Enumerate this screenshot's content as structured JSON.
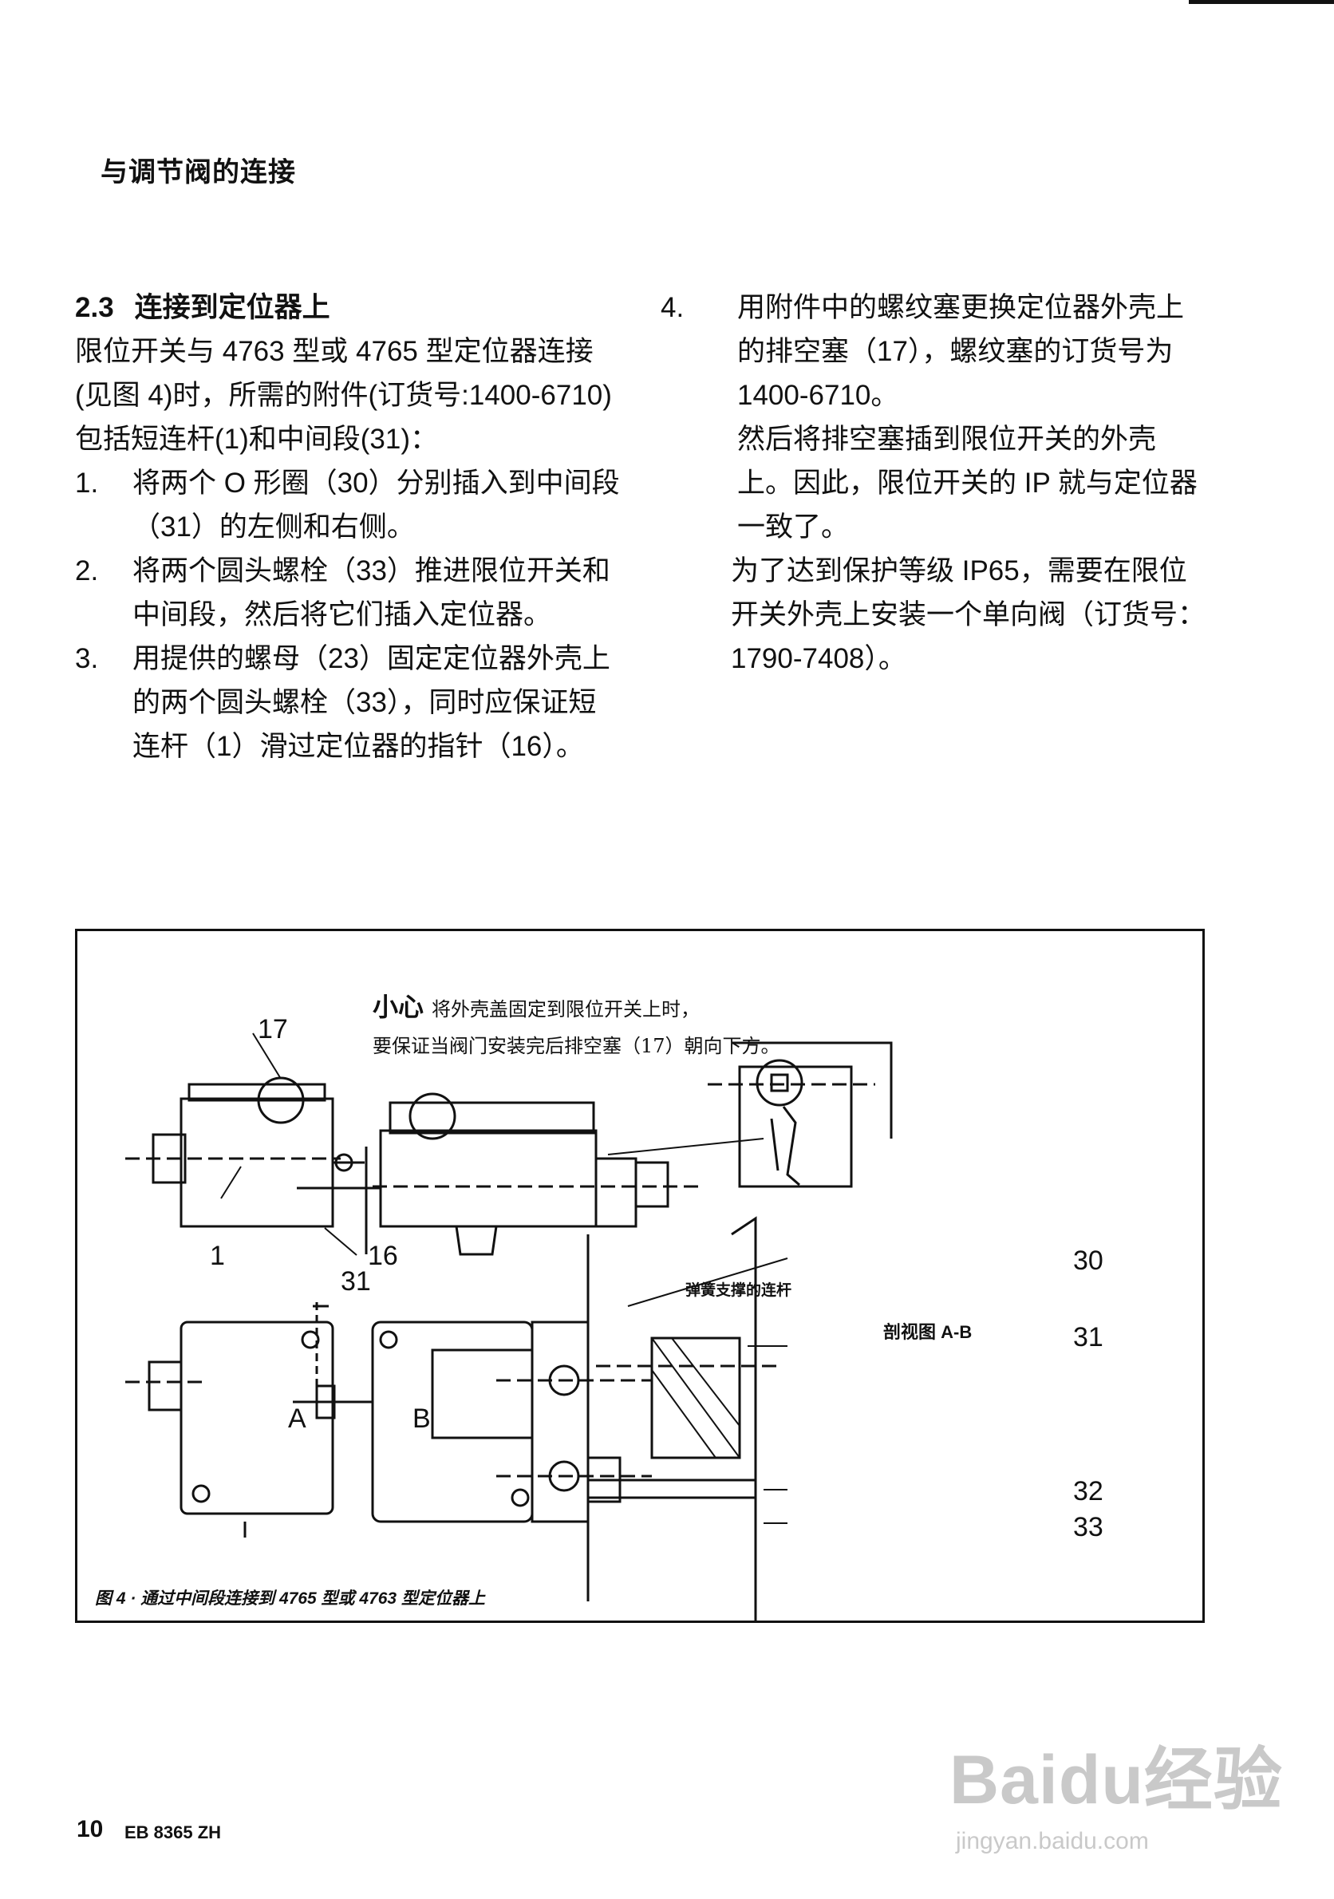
{
  "header": {
    "title": "与调节阀的连接"
  },
  "section": {
    "number": "2.3",
    "title": "连接到定位器上",
    "intro": [
      "限位开关与 4763 型或 4765 型定位器连接",
      "(见图 4)时，所需的附件(订货号:1400-6710)",
      "包括短连杆(1)和中间段(31)："
    ],
    "steps": [
      {
        "n": "1.",
        "lines": [
          "将两个 O 形圈（30）分别插入到中间段",
          "（31）的左侧和右侧。"
        ]
      },
      {
        "n": "2.",
        "lines": [
          "将两个圆头螺栓（33）推进限位开关和",
          "中间段，然后将它们插入定位器。"
        ]
      },
      {
        "n": "3.",
        "lines": [
          "用提供的螺母（23）固定定位器外壳上",
          "的两个圆头螺栓（33），同时应保证短",
          "连杆（1）滑过定位器的指针（16）。"
        ]
      }
    ],
    "step4": {
      "n": "4.",
      "lines": [
        "用附件中的螺纹塞更换定位器外壳上",
        "的排空塞（17），螺纹塞的订货号为",
        "1400-6710。"
      ]
    },
    "para_a": [
      "然后将排空塞插到限位开关的外壳",
      "上。因此，限位开关的 IP 就与定位器",
      "一致了。"
    ],
    "para_b": [
      "为了达到保护等级 IP65，需要在限位",
      "开关外壳上安装一个单向阀（订货号：",
      "1790-7408）。"
    ]
  },
  "figure": {
    "caution_keyword": "小心",
    "caution_line1": "将外壳盖固定到限位开关上时，",
    "caution_line2": "要保证当阀门安装完后排空塞（17）朝向下方。",
    "labels": {
      "l17": "17",
      "l1": "1",
      "l16": "16",
      "l31a": "31",
      "lA": "A",
      "lB": "B",
      "l30": "30",
      "l31b": "31",
      "l32": "32",
      "l33": "33"
    },
    "spring_label": "弹簧支撑的连杆",
    "section_label": "剖视图 A-B",
    "caption": "图 4 · 通过中间段连接到 4765 型或 4763 型定位器上"
  },
  "footer": {
    "page": "10",
    "code": "EB 8365 ZH"
  },
  "watermark": {
    "brand": "Baidu经验",
    "site": "jingyan.baidu.com"
  }
}
